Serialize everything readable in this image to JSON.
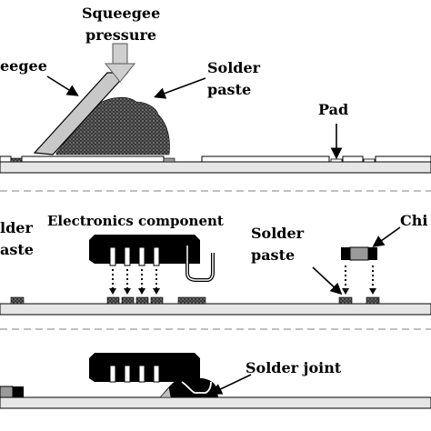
{
  "labels": {
    "squeegee_pressure_line1": "Squeegee",
    "squeegee_pressure_line2": "pressure",
    "squeegee": "eegee",
    "solder_paste_top_line1": "Solder",
    "solder_paste_top_line2": "paste",
    "pad": "Pad",
    "solder_left_line1": "lder",
    "solder_left_line2": "aste",
    "electronics_component": "Electronics component",
    "solder_paste_mid_line1": "Solder",
    "solder_paste_mid_line2": "paste",
    "chip": "Chi",
    "solder_joint": "Solder joint"
  },
  "colors": {
    "board": "#e6e6e6",
    "outline": "#000000",
    "squeegee_fill": "#c8c8c8",
    "paste": "#3a3a3a",
    "component_body": "#000000",
    "chip_terminal": "#9a9a9a",
    "divider": "#9a9a9a"
  }
}
